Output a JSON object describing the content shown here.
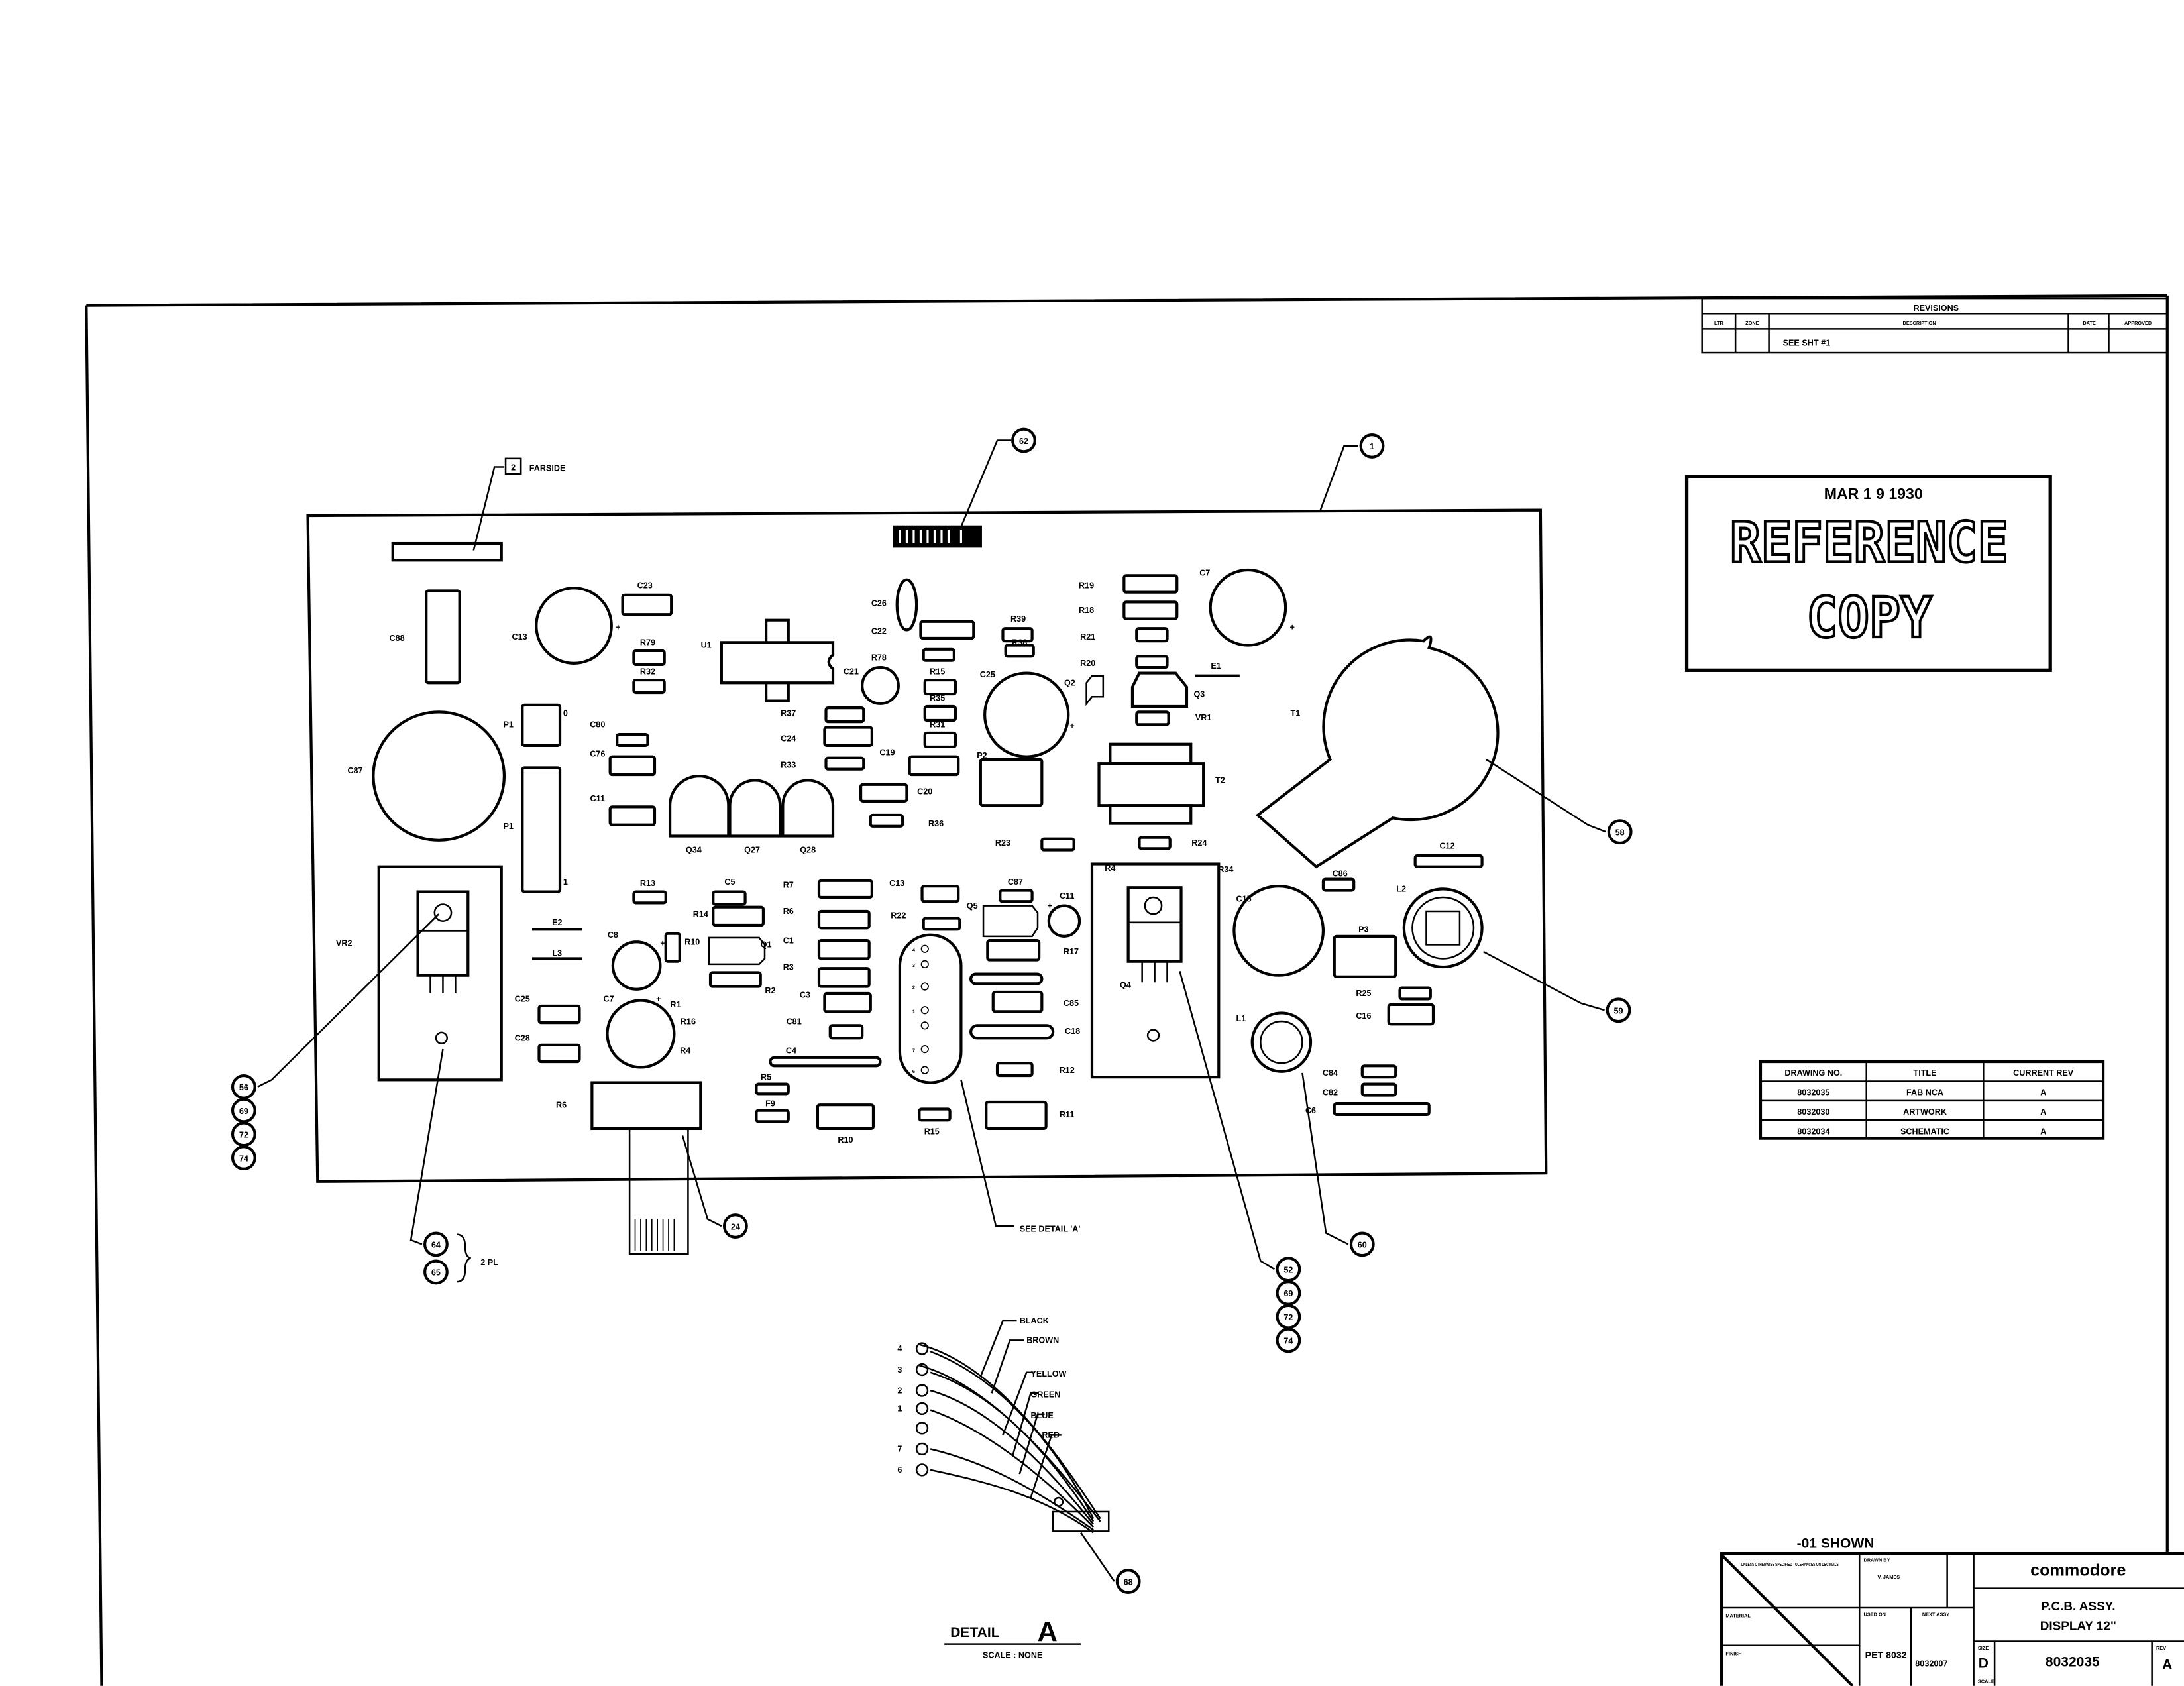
{
  "revisions": {
    "title": "REVISIONS",
    "headers": [
      "LTR",
      "ZONE",
      "DESCRIPTION",
      "DATE",
      "APPROVED"
    ],
    "rows": [
      {
        "ltr": "",
        "zone": "",
        "description": "SEE SHT #1",
        "date": "",
        "approved": ""
      }
    ]
  },
  "stamp": {
    "date": "MAR 1 9 1930",
    "line1": "REFERENCE",
    "line2": "COPY"
  },
  "drawing_list": {
    "headers": [
      "DRAWING NO.",
      "TITLE",
      "CURRENT REV"
    ],
    "rows": [
      {
        "no": "8032035",
        "title": "FAB NCA",
        "rev": "A"
      },
      {
        "no": "8032030",
        "title": "ARTWORK",
        "rev": "A"
      },
      {
        "no": "8032034",
        "title": "SCHEMATIC",
        "rev": "A"
      }
    ]
  },
  "title_block": {
    "shown_note": "-01 SHOWN",
    "tolerance_note": "UNLESS OTHERWISE SPECIFIED TOLERANCES ON DECIMALS",
    "material_label": "MATERIAL",
    "finish_label": "FINISH",
    "drawn_by_label": "DRAWN BY",
    "drawn_by": "V. JAMES",
    "used_on_label": "USED ON",
    "used_on": "PET 8032",
    "next_assy_label": "NEXT ASSY",
    "next_assy": "8032007",
    "company": "commodore",
    "title_line1": "P.C.B. ASSY.",
    "title_line2": "DISPLAY 12\"",
    "size_label": "SIZE",
    "size": "D",
    "drawing_number": "8032035",
    "rev_label": "REV",
    "rev": "A",
    "scale_label": "SCALE"
  },
  "callouts": {
    "farside_num": "2",
    "farside": "FARSIDE",
    "b62": "62",
    "b1": "1",
    "b58": "58",
    "b59": "59",
    "b60": "60",
    "b24": "24",
    "b56": "56",
    "b69a": "69",
    "b72a": "72",
    "b74a": "74",
    "b52": "52",
    "b69b": "69",
    "b72b": "72",
    "b74b": "74",
    "b64": "64",
    "b65": "65",
    "two_pl": "2 PL",
    "see_detail": "SEE DETAIL 'A'",
    "b68": "68"
  },
  "detail_a": {
    "title": "DETAIL",
    "letter": "A",
    "scale": "SCALE : NONE",
    "pins": [
      "4",
      "3",
      "2",
      "1",
      "",
      "7",
      "6"
    ],
    "wires": [
      "BLACK",
      "BROWN",
      "YELLOW",
      "GREEN",
      "BLUE",
      "RED"
    ],
    "connector_pins": [
      "4",
      "3",
      "2",
      "1",
      "",
      "7",
      "6"
    ]
  },
  "board": {
    "labels": {
      "c88": "C88",
      "c13": "C13",
      "c23": "C23",
      "r79": "R79",
      "r32": "R32",
      "u1": "U1",
      "c26": "C26",
      "c22": "C22",
      "r78": "R78",
      "c21": "C21",
      "r15": "R15",
      "r35": "R35",
      "r31": "R31",
      "r39": "R39",
      "r38": "R38",
      "c25": "C25",
      "q2": "Q2",
      "r19": "R19",
      "r18": "R18",
      "r21": "R21",
      "r20": "R20",
      "q3": "Q3",
      "vr1": "VR1",
      "e1": "E1",
      "c7a": "C7",
      "t1": "T1",
      "t2": "T2",
      "p2": "P2",
      "r24": "R24",
      "r23": "R23",
      "c20": "C20",
      "r36": "R36",
      "c19": "C19",
      "r37": "R37",
      "c24": "C24",
      "r33": "R33",
      "q34": "Q34",
      "q27": "Q27",
      "q28": "Q28",
      "p1a": "P1",
      "p1a_pin": "0",
      "p1b": "P1",
      "p1b_pin": "1",
      "c80": "C80",
      "c76": "C76",
      "c11a": "C11",
      "c87": "C87",
      "vr2": "VR2",
      "e2": "E2",
      "l3": "L3",
      "r13": "R13",
      "c5": "C5",
      "r14": "R14",
      "c8": "C8",
      "r10a": "R10",
      "q1": "Q1",
      "r2": "R2",
      "c7b": "C7",
      "r1": "R1",
      "r16": "R16",
      "r4": "R4",
      "c25b": "C25",
      "c28": "C28",
      "r6": "R6",
      "r7": "R7",
      "r6b": "R6",
      "c1": "C1",
      "r3": "R3",
      "c3": "C3",
      "c81": "C81",
      "c4": "C4",
      "c13b": "C13",
      "r22": "R22",
      "r5": "R5",
      "f9": "F9",
      "r10b": "R10",
      "r15b": "R15",
      "q5": "Q5",
      "c87b": "C87",
      "c11b": "C11",
      "r17": "R17",
      "c85": "C85",
      "c18": "C18",
      "r12": "R12",
      "r11": "R11",
      "q4": "Q4",
      "r4b": "R4",
      "r34": "R34",
      "c15": "C15",
      "c86": "C86",
      "c12": "C12",
      "l2": "L2",
      "p3": "P3",
      "r25": "R25",
      "c16": "C16",
      "l1": "L1",
      "c84": "C84",
      "c82": "C82",
      "c6": "C6"
    }
  }
}
